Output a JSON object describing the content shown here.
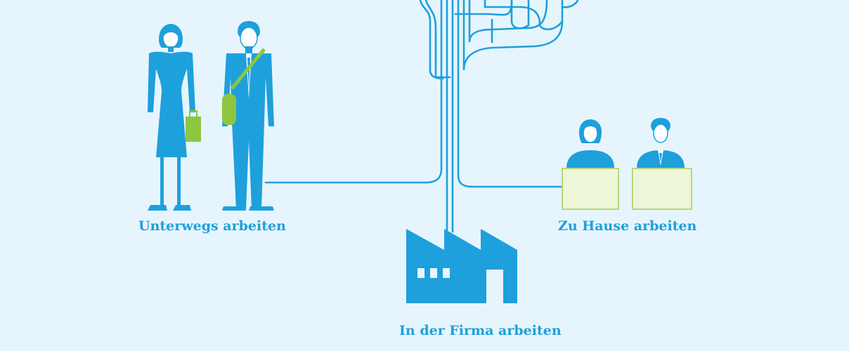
{
  "labels": {
    "mobile": "Unterwegs arbeiten",
    "home": "Zu Hause arbeiten",
    "office": "In der Firma arbeiten"
  },
  "colors": {
    "background": "#e6f5fd",
    "primary_blue": "#1ea0dc",
    "accent_green": "#8dc63f",
    "desk_green": "#eef6d8"
  },
  "icons": [
    "woman-standing-icon",
    "man-standing-icon",
    "woman-at-desk-icon",
    "man-at-desk-icon",
    "factory-icon",
    "network-lines"
  ]
}
